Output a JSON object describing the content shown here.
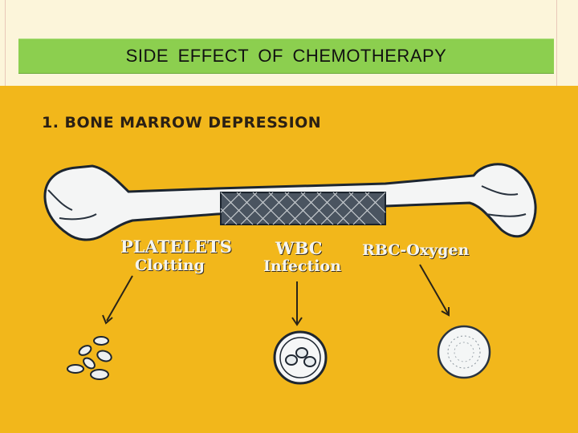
{
  "slide": {
    "title": "SIDE   EFFECT  OF  CHEMOTHERAPY"
  },
  "photo": {
    "heading": "1. BONE MARROW DEPRESSION",
    "labels": {
      "platelets": "PLATELETS",
      "clotting": "Clotting",
      "wbc": "WBC",
      "infection": "Infection",
      "rbc": "RBC-Oxygen"
    }
  },
  "colors": {
    "title_bar": "#8ccf4f",
    "photo_background": "#f2b71b",
    "slide_background": "#fcf5da"
  }
}
